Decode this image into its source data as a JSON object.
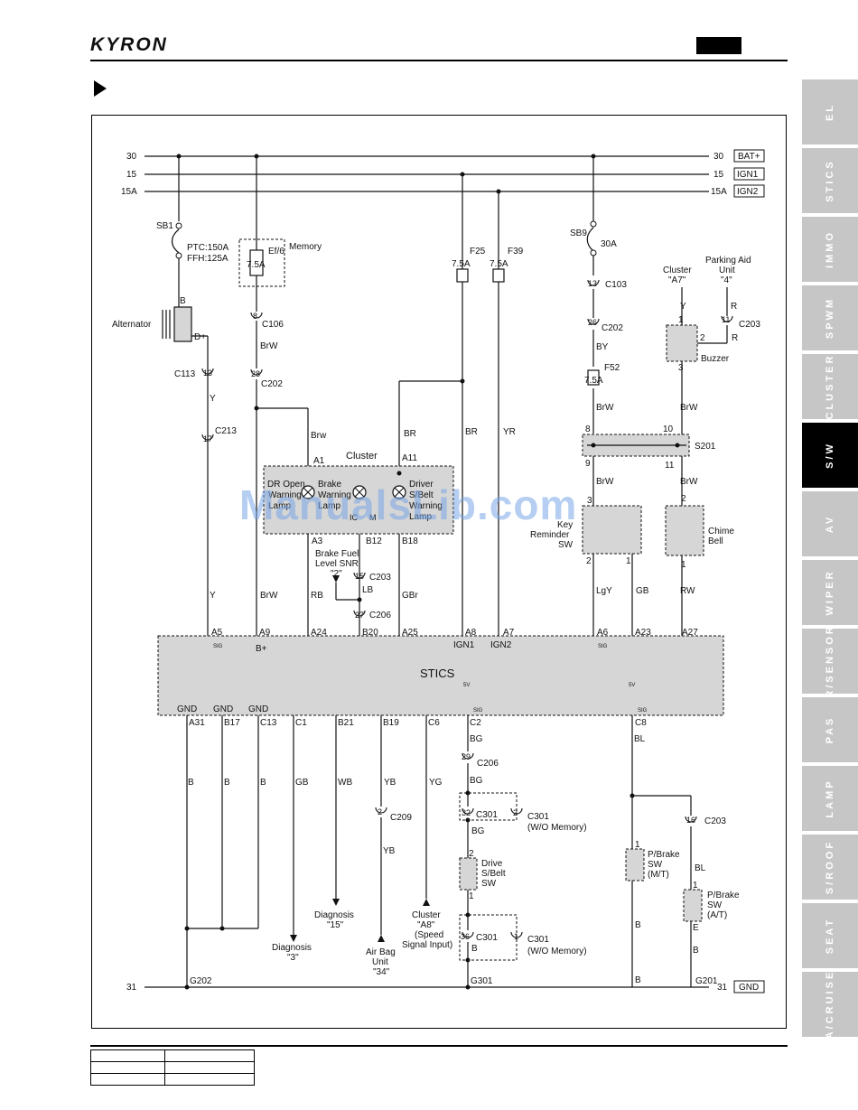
{
  "header": {
    "brand": "KYRON"
  },
  "tabs": [
    {
      "label": "EL"
    },
    {
      "label": "STICS",
      "active": true
    },
    {
      "label": "IMMO"
    },
    {
      "label": "SPWM"
    },
    {
      "label": "CLUSTER"
    },
    {
      "label": "S/W"
    },
    {
      "label": "AV"
    },
    {
      "label": "WIPER"
    },
    {
      "label": "R/SENSOR"
    },
    {
      "label": "PAS"
    },
    {
      "label": "LAMP"
    },
    {
      "label": "S/ROOF"
    },
    {
      "label": "SEAT"
    },
    {
      "label": "A/CRUISE"
    }
  ],
  "watermark": "ManualsLib.com",
  "colors": {
    "module_fill": "#d6d6d6",
    "tab_bg": "#c6c6c6",
    "tab_active": "#000000"
  },
  "bus": {
    "b30": {
      "left": "30",
      "right": "30",
      "tag": "BAT+"
    },
    "b15": {
      "left": "15",
      "right": "15",
      "tag": "IGN1"
    },
    "b15a": {
      "left": "15A",
      "right": "15A",
      "tag": "IGN2"
    },
    "b31": {
      "left": "31",
      "right": "31",
      "tag": "GND"
    }
  },
  "labels": {
    "sb1": "SB1",
    "ptc": "PTC:150A",
    "ffh": "FFH:125A",
    "alt_b": "B",
    "alternator": "Alternator",
    "alt_d": "D+",
    "c113": "C113",
    "c113_pin": "13",
    "y1": "Y",
    "c213": "C213",
    "c213_pin": "17",
    "y2": "Y",
    "ef6": "Ef/6",
    "ef6_amp": "7.5A",
    "memory": "Memory",
    "c106": "C106",
    "c106_pin": "8",
    "brw1": "BrW",
    "c202a": "C202",
    "c202a_pin": "28",
    "brw2": "Brw",
    "brw3": "BrW",
    "f25": "F25",
    "f25_amp": "7.5A",
    "f39": "F39",
    "f39_amp": "7.5A",
    "br1": "BR",
    "br2": "BR",
    "yr": "YR",
    "cluster": "Cluster",
    "a1": "A1",
    "a11": "A11",
    "dr_open": "DR Open",
    "dr_open2": "Warning",
    "dr_open3": "Lamp",
    "brake": "Brake",
    "brake2": "Warning",
    "brake3": "Lamp",
    "driver": "Driver",
    "driver2": "S/Belt",
    "driver3": "Warning",
    "driver4": "Lamp",
    "ic": "IC",
    "m": "M",
    "a3": "A3",
    "b12": "B12",
    "b18": "B18",
    "bfl1": "Brake Fuel",
    "bfl2": "Level SNR",
    "bfl3": "\"2\"",
    "c203a": "C203",
    "c203a_pin": "15",
    "lb": "LB",
    "c206a": "C206",
    "c206a_pin": "27",
    "rb": "RB",
    "gbr": "GBr",
    "sb9": "SB9",
    "a30": "30A",
    "c103": "C103",
    "c103_pin": "13",
    "c202b": "C202",
    "c202b_pin": "26",
    "by": "BY",
    "f52": "F52",
    "f52_amp": "7.5A",
    "brw4": "BrW",
    "s201": "S201",
    "p8": "8",
    "p9": "9",
    "p10": "10",
    "p11": "11",
    "brw5": "BrW",
    "brw6": "BrW",
    "brw7": "BrW",
    "clusterA7": "Cluster",
    "clusterA7b": "\"A7\"",
    "pau1": "Parking Aid",
    "pau2": "Unit",
    "pau3": "\"4\"",
    "yb1": "Y",
    "rr": "R",
    "rr2": "R",
    "c203b": "C203",
    "c203b_pin": "11",
    "bz1": "1",
    "bz2": "2",
    "bz3": "3",
    "buzzer": "Buzzer",
    "kr_p3": "3",
    "kr_p2": "2",
    "kr_p1": "1",
    "key1": "Key",
    "key2": "Reminder",
    "key3": "SW",
    "lgy": "LgY",
    "gb1": "GB",
    "rw": "RW",
    "cb2": "2",
    "cb1": "1",
    "chime1": "Chime",
    "chime2": "Bell",
    "stics": "STICS",
    "a5": "A5",
    "a9": "A9",
    "a24": "A24",
    "b20": "B20",
    "a25": "A25",
    "a8": "A8",
    "a7": "A7",
    "a6": "A6",
    "a23": "A23",
    "a27": "A27",
    "sig1": "SIG",
    "sig2": "SIG",
    "sig3": "SIG",
    "sig4": "SIG",
    "bplus": "B+",
    "ign1": "IGN1",
    "ign2": "IGN2",
    "v5a": "5V",
    "v5b": "5V",
    "gnd1": "GND",
    "gnd2": "GND",
    "gnd3": "GND",
    "a31": "A31",
    "b17": "B17",
    "c13": "C13",
    "c1": "C1",
    "b21": "B21",
    "b19": "B19",
    "c6": "C6",
    "c2": "C2",
    "c8": "C8",
    "wb1": "B",
    "wb2": "B",
    "wb3": "B",
    "gb2": "GB",
    "wb": "WB",
    "yb2": "YB",
    "yg": "YG",
    "bg1": "BG",
    "bl1": "BL",
    "c206b": "C206",
    "c206b_pin": "29",
    "bg2": "BG",
    "c301a": "C301",
    "c301a_pin": "32",
    "c301b": "C301",
    "c301b_pin": "2",
    "wo1": "(W/O Memory)",
    "bg3": "BG",
    "ds2": "2",
    "ds1": "1",
    "drive1": "Drive",
    "drive2": "S/Belt",
    "drive3": "SW",
    "c301c": "C301",
    "c301c_pin": "36",
    "c301d": "C301",
    "c301d_pin": "1",
    "wo2": "(W/O Memory)",
    "bb": "B",
    "c209": "C209",
    "c209_pin": "2",
    "yb3": "YB",
    "diag15a": "Diagnosis",
    "diag15b": "\"15\"",
    "diag3a": "Diagnosis",
    "diag3b": "\"3\"",
    "airbag1": "Air Bag",
    "airbag2": "Unit",
    "airbag3": "\"34\"",
    "cla8a": "Cluster",
    "cla8b": "\"A8\"",
    "cla8c": "(Speed",
    "cla8d": "Signal Input)",
    "c203c": "C203",
    "c203c_pin": "16",
    "bl2": "BL",
    "pb1a": "P/Brake",
    "pb1b": "SW",
    "pb1c": "(M/T)",
    "pbp1": "1",
    "pb2a": "P/Brake",
    "pb2b": "SW",
    "pb2c": "(A/T)",
    "pbp2": "1",
    "pbe": "E",
    "bm": "B",
    "bm2": "B",
    "bm3": "B",
    "g202": "G202",
    "g301": "G301",
    "g201": "G201"
  }
}
